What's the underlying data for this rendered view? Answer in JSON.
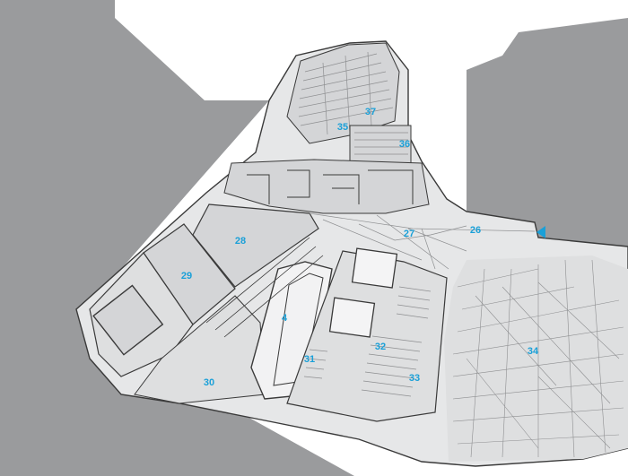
{
  "colors": {
    "surround": "#9a9b9d",
    "building": "#e6e7e8",
    "hall": "#dedfe0",
    "room": "#d4d5d7",
    "line": "#3a3a3a",
    "thin_line": "#8e8f91",
    "label": "#1aa0d8",
    "arrow": "#1aa0d8"
  },
  "entrance_arrow": {
    "icon": "triangle-left-icon"
  },
  "rooms": [
    {
      "id": "28",
      "label": "28"
    },
    {
      "id": "29",
      "label": "29"
    },
    {
      "id": "30",
      "label": "30"
    },
    {
      "id": "4",
      "label": "4"
    },
    {
      "id": "31",
      "label": "31"
    },
    {
      "id": "32",
      "label": "32"
    },
    {
      "id": "33",
      "label": "33"
    },
    {
      "id": "34",
      "label": "34"
    },
    {
      "id": "35",
      "label": "35"
    },
    {
      "id": "36",
      "label": "36"
    },
    {
      "id": "37",
      "label": "37"
    },
    {
      "id": "27",
      "label": "27"
    },
    {
      "id": "26",
      "label": "26"
    }
  ]
}
